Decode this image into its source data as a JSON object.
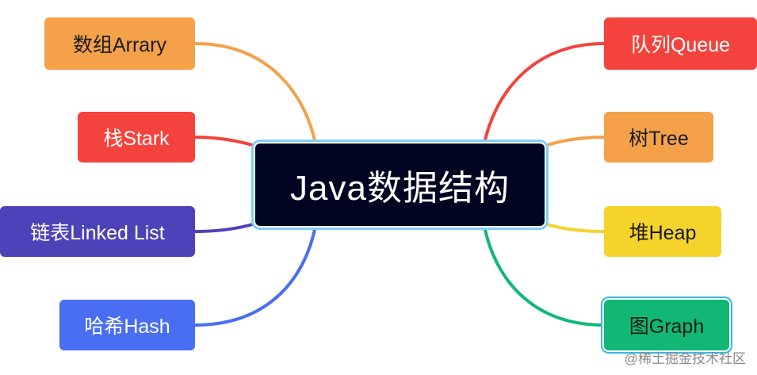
{
  "diagram": {
    "root": {
      "label": "Java数据结构"
    },
    "nodes": [
      {
        "id": "array",
        "label": "数组Arrary",
        "color": "#f4a149",
        "text_color": "#1a1a1a"
      },
      {
        "id": "stack",
        "label": "栈Stark",
        "color": "#f4433c",
        "text_color": "#ffffff"
      },
      {
        "id": "linked-list",
        "label": "链表Linked List",
        "color": "#4d43b8",
        "text_color": "#ffffff"
      },
      {
        "id": "hash",
        "label": "哈希Hash",
        "color": "#4a6ef2",
        "text_color": "#ffffff"
      },
      {
        "id": "queue",
        "label": "队列Queue",
        "color": "#f4433c",
        "text_color": "#ffffff"
      },
      {
        "id": "tree",
        "label": "树Tree",
        "color": "#f4a149",
        "text_color": "#1a1a1a"
      },
      {
        "id": "heap",
        "label": "堆Heap",
        "color": "#f5d32a",
        "text_color": "#1a1a1a"
      },
      {
        "id": "graph",
        "label": "图Graph",
        "color": "#10b874",
        "text_color": "#1a1a1a",
        "selected": true
      }
    ]
  },
  "watermark": "@稀土掘金技术社区"
}
